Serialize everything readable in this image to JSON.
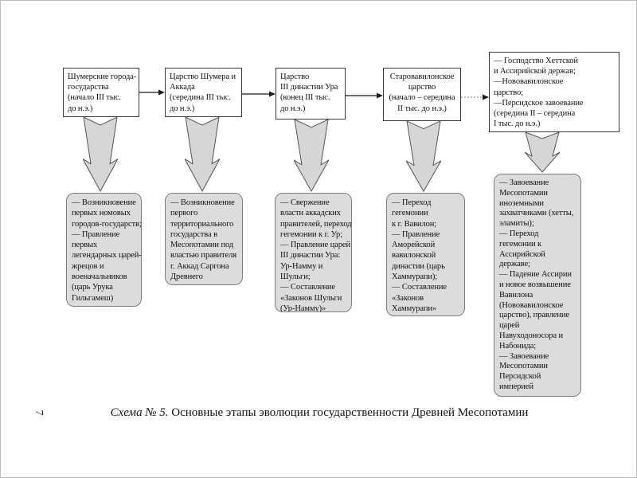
{
  "page": {
    "number": "7"
  },
  "diagram": {
    "caption": {
      "label": "Схема № 5.",
      "text": " Основные этапы эволюции государственности Древней Месопотамии"
    },
    "stages": [
      {
        "title": "Шумерские города-\nгосударства\n(начало III тыс.\nдо н.э.)",
        "detail": "— Возникновение\nпервых номовых\nгородов-государств;\n— Правление\nпервых\nлегендарных царей-\nжрецов и\nвоеначальников\n(царь Урука\nГильгамеш)"
      },
      {
        "title": "Царство Шумера и\nАккада\n(середина III тыс.\nдо н.э.)",
        "detail": "— Возникновение\nпервого\nтерриториального\nгосударства в\nМесопотамии под\nвластью правителя\nг. Аккад Саргона\nДревнего"
      },
      {
        "title": "Царство\nIII династии Ура\n(конец III тыс.\nдо н.э.)",
        "detail": "— Свержение\nвласти аккадских\nправителей, переход\nгегемонии к г. Ур;\n— Правление царей\nIII династии Ура:\nУр-Намму и\nШульги;\n— Составление\n«Законов Шульги\n(Ур-Намму)»"
      },
      {
        "title": "Старовавилонское\nцарство\n(начало – середина\nII тыс. до н.э.)",
        "detail": "— Переход\nгегемонии\nк г. Вавилон;\n— Правление\nАморейской\nвавилонской\nдинастии (царь\nХаммурапи);\n— Составление\n«Законов\nХаммурапи»"
      },
      {
        "title": "— Господство Хеттской\nи Ассирийской держав;\n—Нововавилонское\nцарство;\n—Персидское завоевание\n(середина II – середина\nI тыс. до н.э.)",
        "detail": "— Завоевание\nМесопотамии\nиноземными\nзахватчиками (хетты,\nэламиты);\n— Переход\nгегемонии к\nАссирийской\nдержаве;\n— Падение Ассирии\nи новое возвышение\nВавилона\n(Нововавилонское\nцарство), правление\nцарей\nНавуходоносора и\nНабонида;\n— Завоевание\nМесопотамии\nПерсидской\nимперией"
      }
    ]
  },
  "colors": {
    "text": "#111111",
    "box_fill": "#dcdcdc",
    "box_border": "#7d7d7d",
    "top_box_border": "#3a3a3a",
    "arrow_fill": "#d6d6d6",
    "arrow_stroke": "#555555",
    "line_color": "#1a1a1a"
  }
}
